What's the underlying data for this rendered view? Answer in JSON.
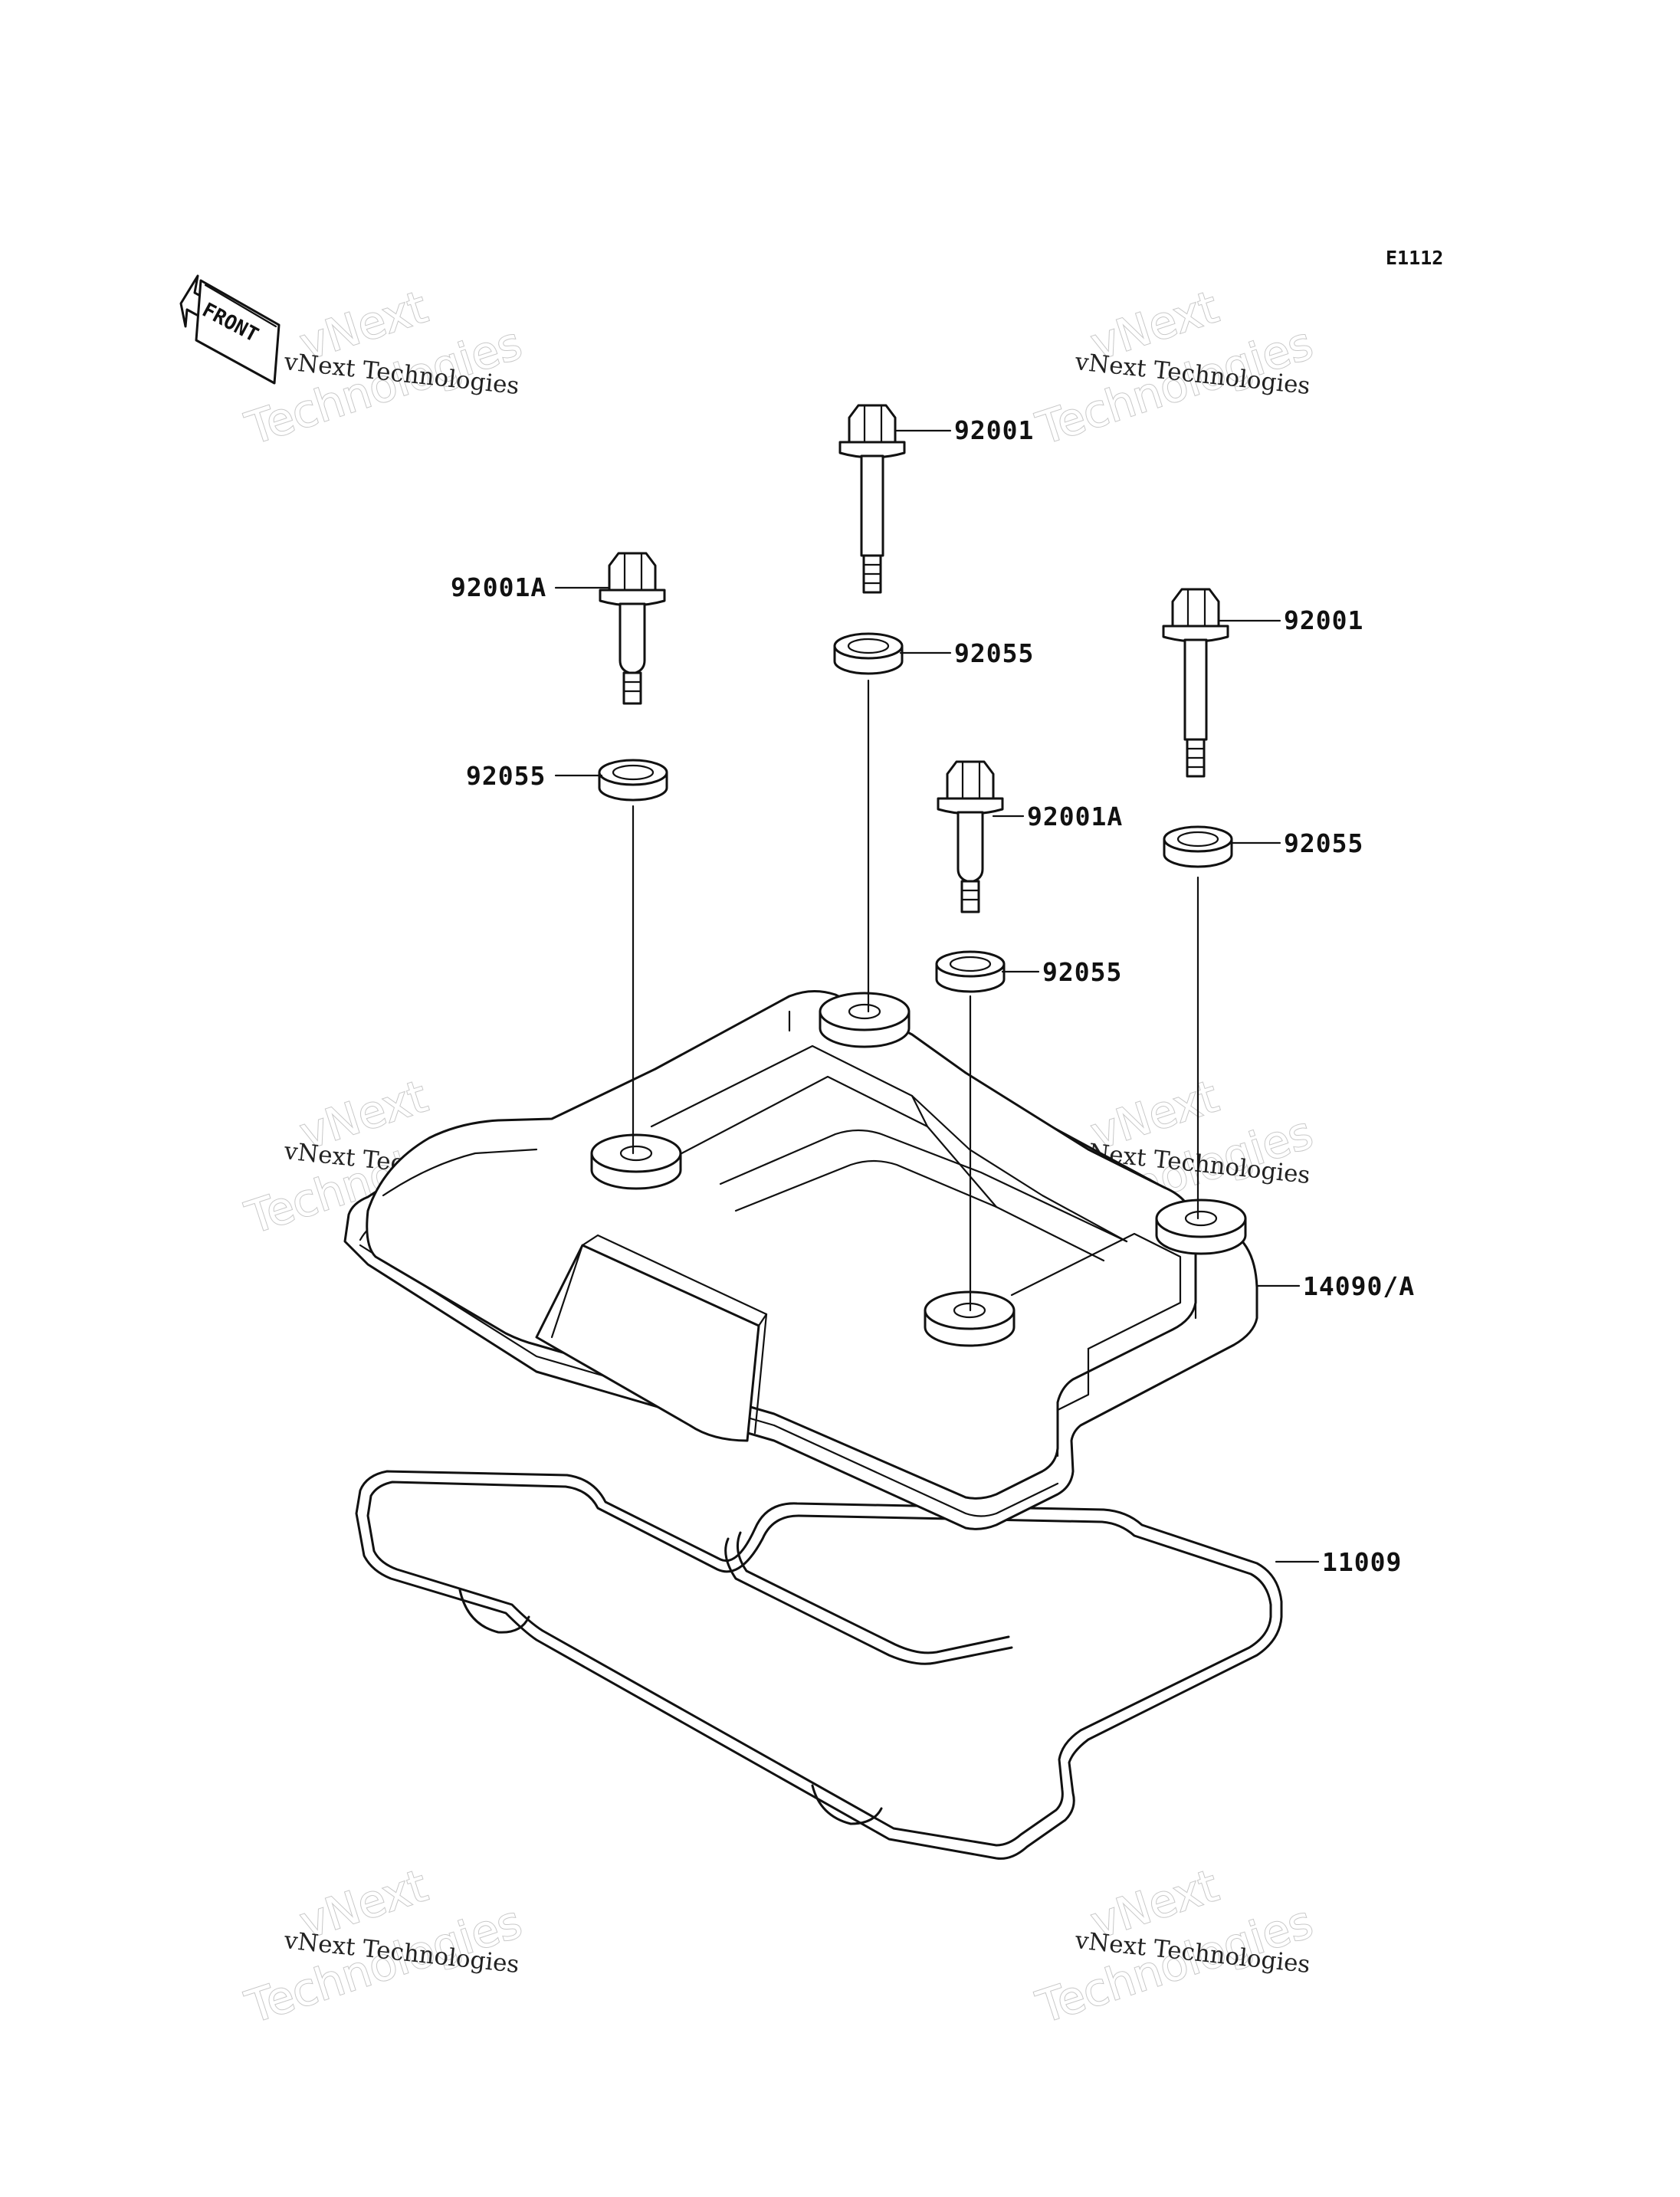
{
  "diagram": {
    "code": "E1112",
    "front_label": "FRONT",
    "parts": {
      "bolt_top_center": "92001",
      "bolt_upper_left": "92001A",
      "bolt_right": "92001",
      "bolt_center": "92001A",
      "washer_top_center": "92055",
      "washer_left": "92055",
      "washer_right": "92055",
      "washer_center": "92055",
      "cylinder_head_cover": "14090/A",
      "gasket": "11009"
    },
    "watermarks": {
      "small": "vNext Technologies",
      "big_top": "vNext",
      "big_bottom": "Technologies"
    }
  }
}
